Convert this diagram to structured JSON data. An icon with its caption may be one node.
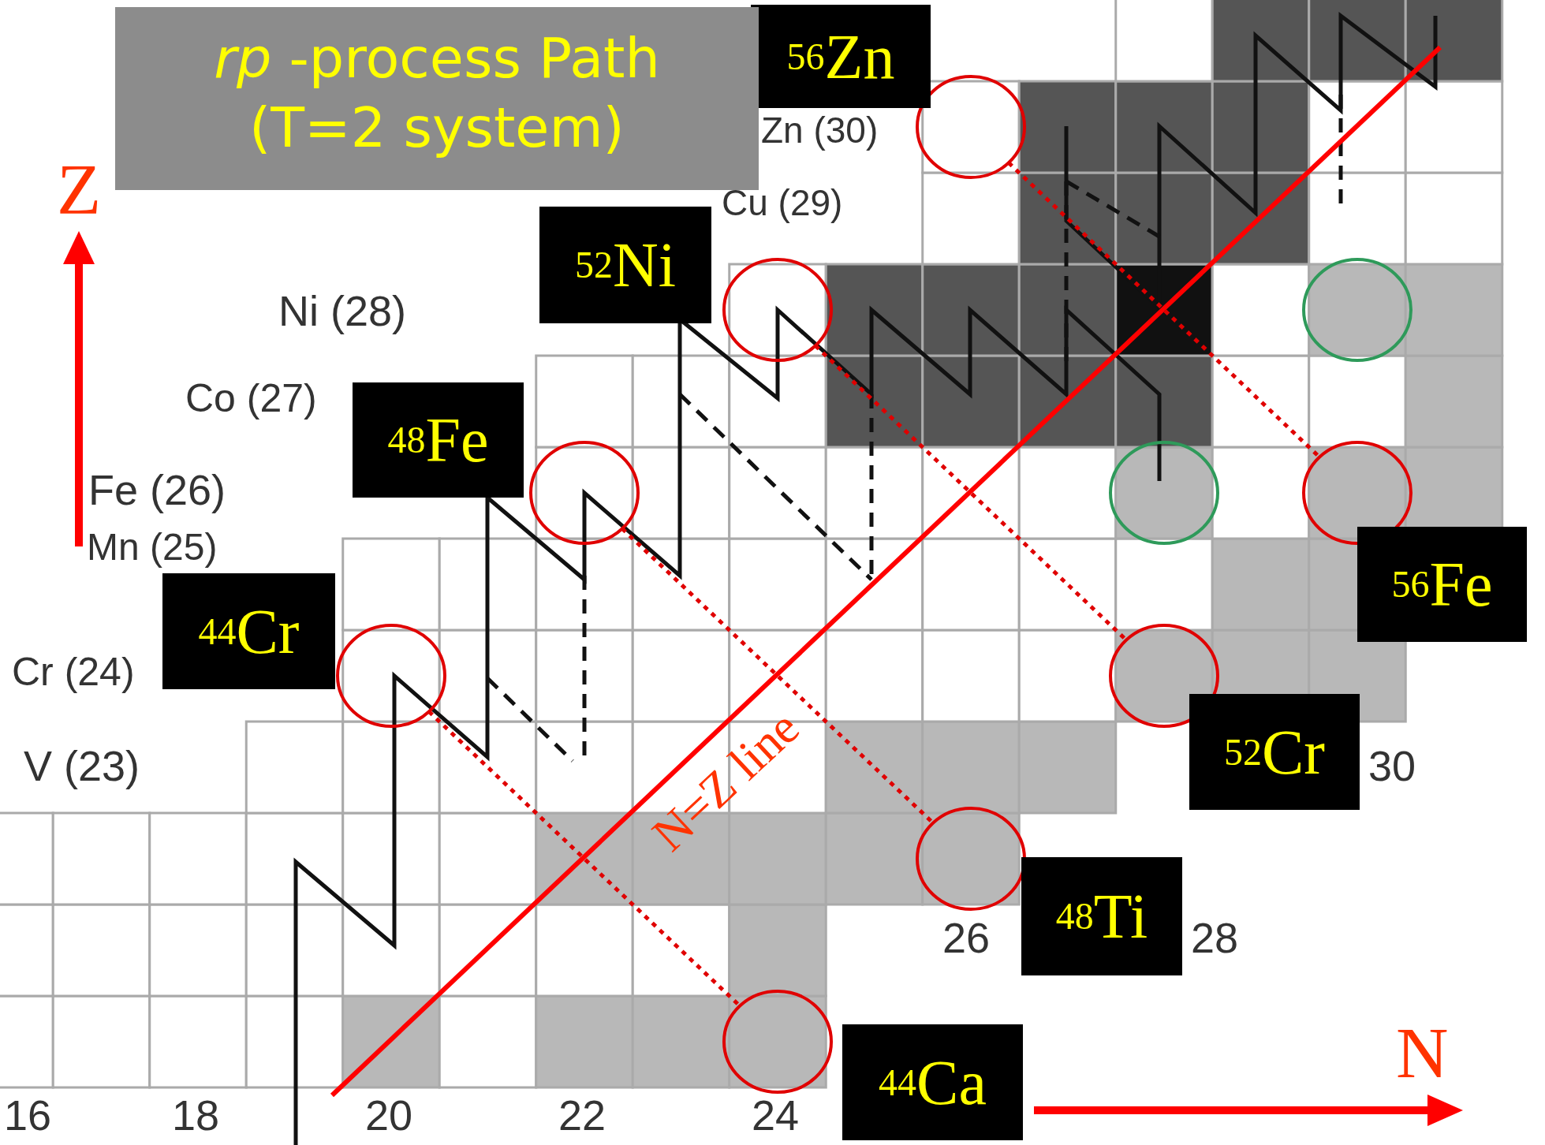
{
  "diagram": {
    "nodes": [
      {
        "text": [],
        "shape": "circle",
        "beside": [
          "$^{56}$Zn"
        ]
      },
      {
        "text": [],
        "shape": "circle",
        "beside": [
          "$^{52}$Ni"
        ]
      },
      {
        "text": [],
        "shape": "circle"
      },
      {
        "text": [],
        "shape": "circle",
        "beside": [
          "$^{48}$Fe"
        ]
      },
      {
        "text": [],
        "shape": "circle"
      },
      {
        "text": [],
        "shape": "circle",
        "beside": [
          "$^{56}$Fe"
        ]
      },
      {
        "text": [],
        "shape": "circle",
        "beside": [
          "$^{44}$Cr"
        ]
      },
      {
        "text": [],
        "shape": "circle",
        "beside": [
          "$^{52}$Cr"
        ]
      },
      {
        "text": [],
        "shape": "circle",
        "beside": [
          "$^{48}$Ti"
        ]
      },
      {
        "text": [],
        "shape": "circle",
        "beside": [
          "$^{44}$Ca"
        ]
      }
    ],
    "edges": [
      {
        "from": 0,
        "to": 5,
        "arrow": "none",
        "style": "dashed"
      },
      {
        "from": 1,
        "to": 7,
        "arrow": "none",
        "style": "dashed"
      },
      {
        "from": 3,
        "to": 8,
        "arrow": "none",
        "style": "dashed"
      },
      {
        "from": 6,
        "to": 9,
        "arrow": "none",
        "style": "dashed"
      }
    ],
    "labels": [
      "*rp* -process Path (T=2 system)",
      "Zn (30)",
      "Z",
      "Cu (29)",
      "Ni (28)",
      "Co (27)",
      "Fe (26)",
      "Mn (25)",
      "Cr (24)",
      "V (23)",
      "30",
      "N=Z line",
      "26",
      "28",
      "N",
      "16",
      "18",
      "20",
      "22",
      "24"
    ]
  }
}
